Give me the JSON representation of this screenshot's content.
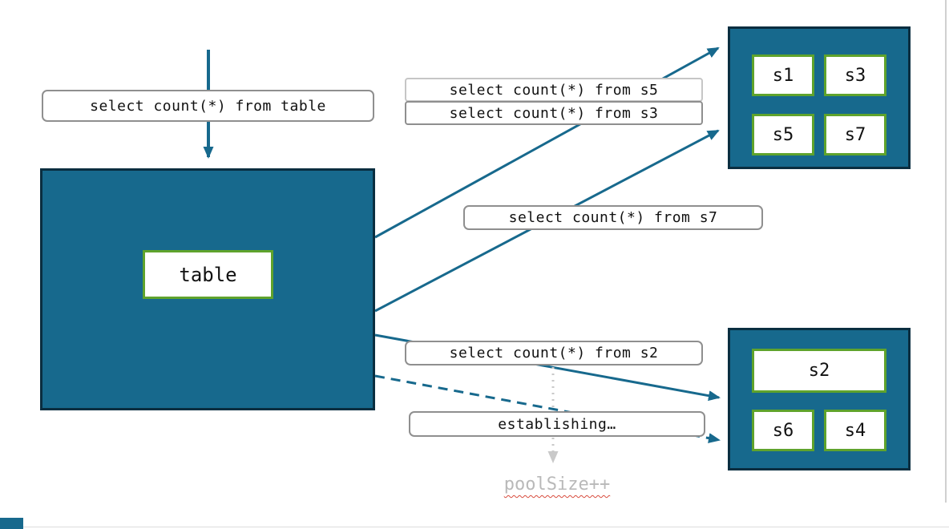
{
  "diagram": {
    "query_table": "select count(*) from table",
    "table_label": "table",
    "query_s5": "select count(*) from s5",
    "query_s3": "select count(*) from s3",
    "query_s7": "select count(*) from s7",
    "query_s2": "select count(*) from s2",
    "establishing": "establishing…",
    "pool_size": "poolSize++",
    "pool_top_shards": [
      "s1",
      "s3",
      "s5",
      "s7"
    ],
    "pool_bottom_shards": [
      "s2",
      "s6",
      "s4"
    ]
  },
  "colors": {
    "teal_fill": "#17698d",
    "dark_border": "#0a2e40",
    "green_border": "#5fa32c",
    "label_border_gray": "#8f8f8f",
    "label_border_light": "#c6c6c6",
    "muted_text": "#b9b9b9",
    "wavy_underline": "#d84b3c",
    "arrow_gray": "#c9c9c9"
  }
}
